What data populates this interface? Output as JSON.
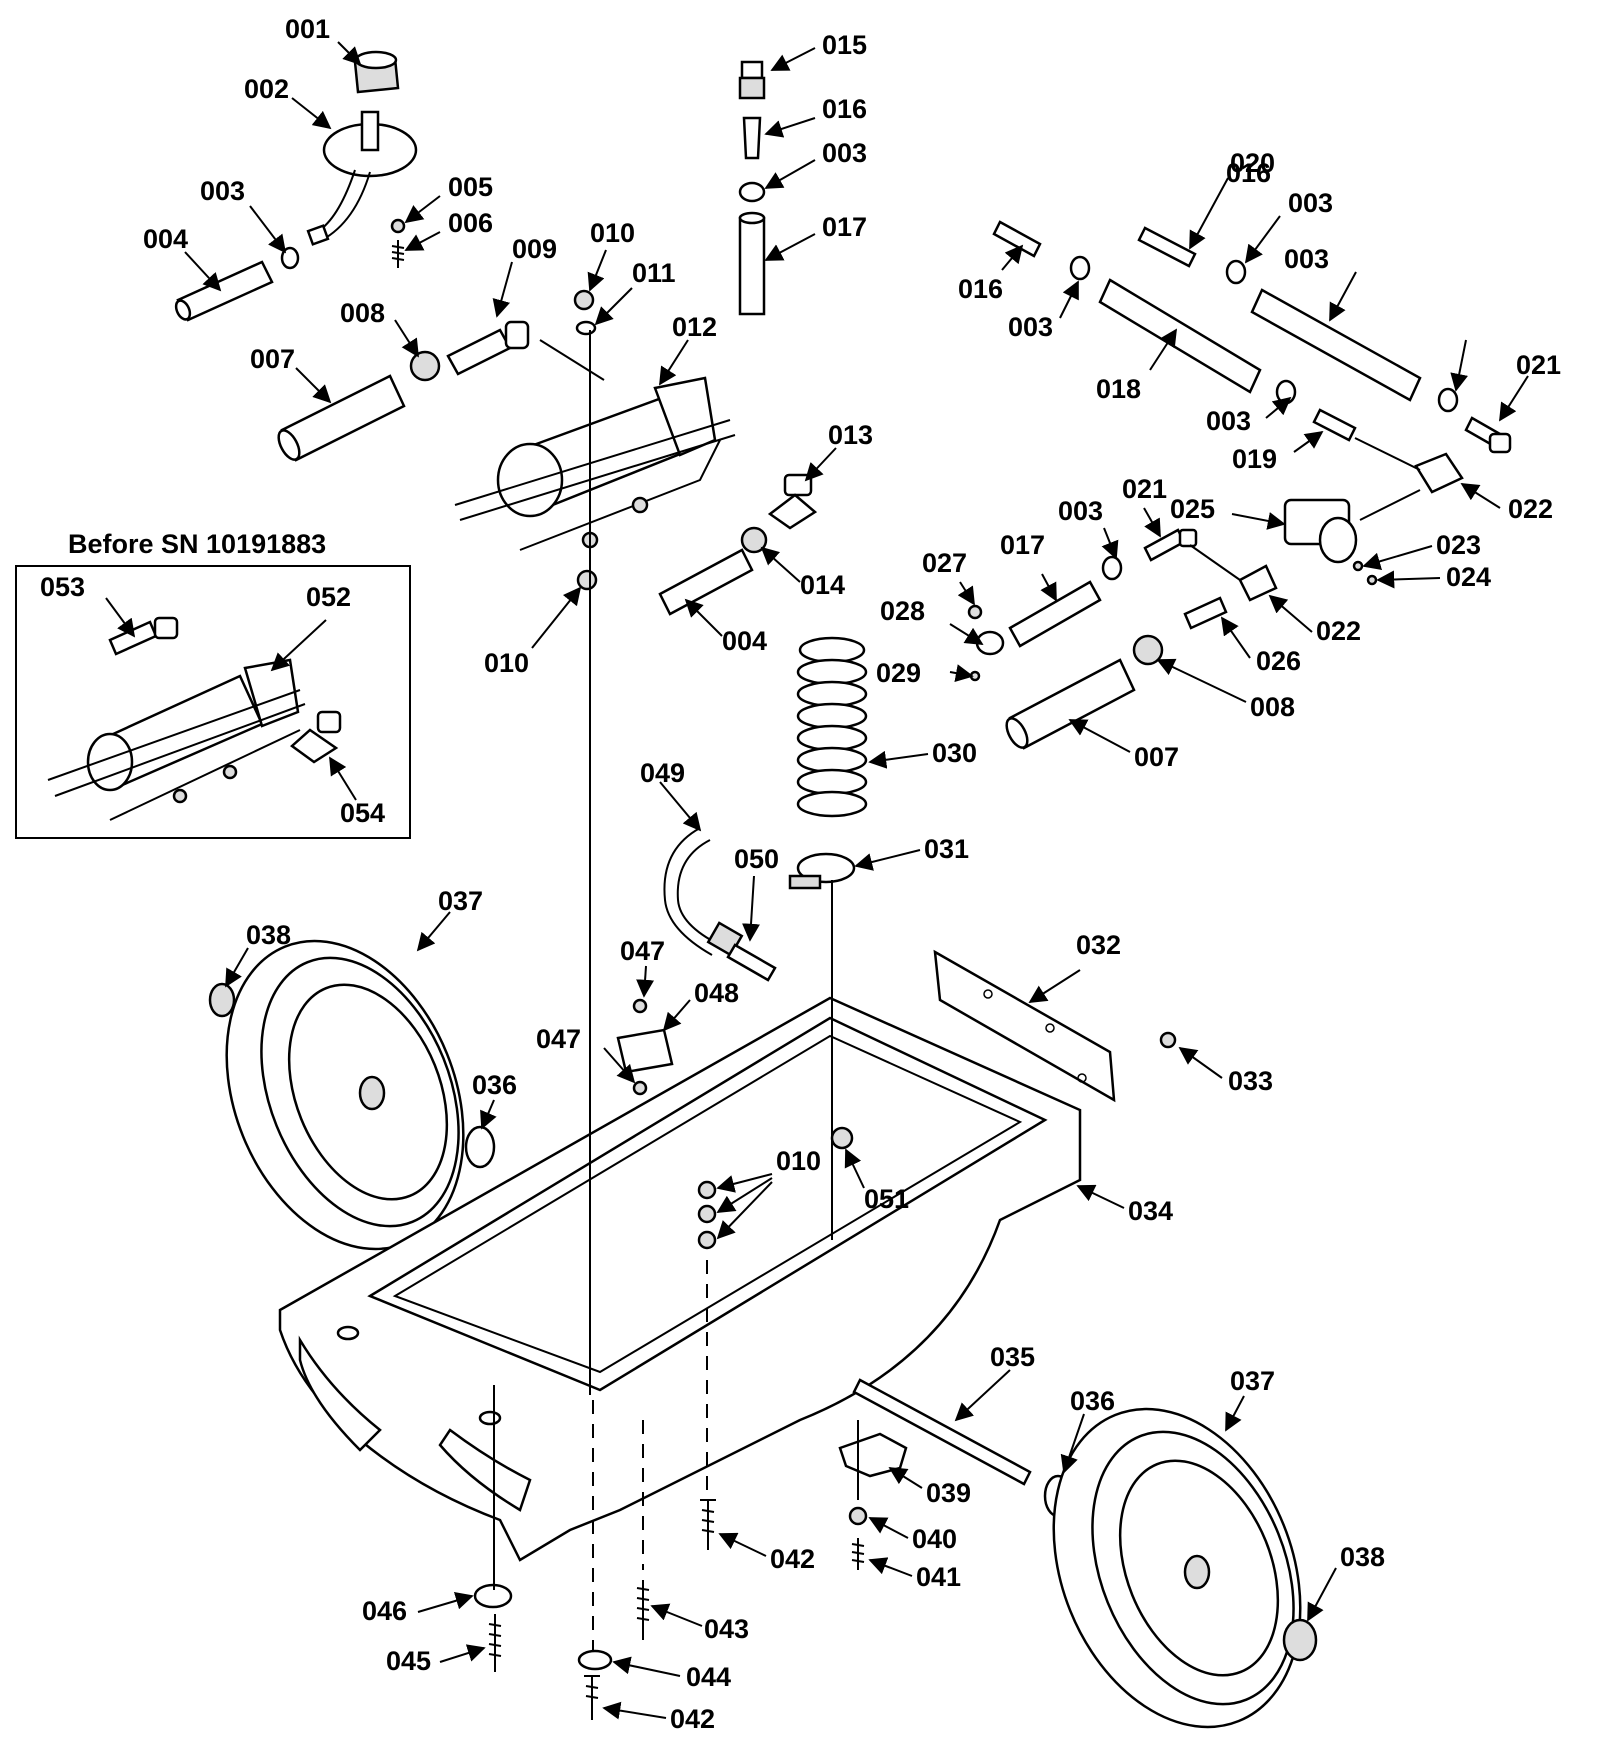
{
  "inset": {
    "title": "Before SN 10191883"
  },
  "labels": [
    {
      "id": "001",
      "text": "001"
    },
    {
      "id": "002",
      "text": "002"
    },
    {
      "id": "003a",
      "text": "003"
    },
    {
      "id": "004a",
      "text": "004"
    },
    {
      "id": "005",
      "text": "005"
    },
    {
      "id": "006",
      "text": "006"
    },
    {
      "id": "007a",
      "text": "007"
    },
    {
      "id": "008a",
      "text": "008"
    },
    {
      "id": "009",
      "text": "009"
    },
    {
      "id": "010a",
      "text": "010"
    },
    {
      "id": "011",
      "text": "011"
    },
    {
      "id": "012",
      "text": "012"
    },
    {
      "id": "013",
      "text": "013"
    },
    {
      "id": "014",
      "text": "014"
    },
    {
      "id": "010b",
      "text": "010"
    },
    {
      "id": "004b",
      "text": "004"
    },
    {
      "id": "015",
      "text": "015"
    },
    {
      "id": "016a",
      "text": "016"
    },
    {
      "id": "003b",
      "text": "003"
    },
    {
      "id": "017a",
      "text": "017"
    },
    {
      "id": "016b",
      "text": "016"
    },
    {
      "id": "003c",
      "text": "003"
    },
    {
      "id": "020",
      "text": "020"
    },
    {
      "id": "016c",
      "text": "016"
    },
    {
      "id": "003d",
      "text": "003"
    },
    {
      "id": "018",
      "text": "018"
    },
    {
      "id": "003e",
      "text": "003"
    },
    {
      "id": "021a",
      "text": "021"
    },
    {
      "id": "003f",
      "text": "003"
    },
    {
      "id": "019",
      "text": "019"
    },
    {
      "id": "022a",
      "text": "022"
    },
    {
      "id": "003g",
      "text": "003"
    },
    {
      "id": "021b",
      "text": "021"
    },
    {
      "id": "025",
      "text": "025"
    },
    {
      "id": "023",
      "text": "023"
    },
    {
      "id": "027",
      "text": "027"
    },
    {
      "id": "017b",
      "text": "017"
    },
    {
      "id": "024",
      "text": "024"
    },
    {
      "id": "028",
      "text": "028"
    },
    {
      "id": "022b",
      "text": "022"
    },
    {
      "id": "026",
      "text": "026"
    },
    {
      "id": "029",
      "text": "029"
    },
    {
      "id": "008b",
      "text": "008"
    },
    {
      "id": "007b",
      "text": "007"
    },
    {
      "id": "030",
      "text": "030"
    },
    {
      "id": "049",
      "text": "049"
    },
    {
      "id": "050",
      "text": "050"
    },
    {
      "id": "031",
      "text": "031"
    },
    {
      "id": "053",
      "text": "053"
    },
    {
      "id": "052",
      "text": "052"
    },
    {
      "id": "054",
      "text": "054"
    },
    {
      "id": "037a",
      "text": "037"
    },
    {
      "id": "038a",
      "text": "038"
    },
    {
      "id": "047a",
      "text": "047"
    },
    {
      "id": "048",
      "text": "048"
    },
    {
      "id": "047b",
      "text": "047"
    },
    {
      "id": "032",
      "text": "032"
    },
    {
      "id": "033",
      "text": "033"
    },
    {
      "id": "036a",
      "text": "036"
    },
    {
      "id": "010c",
      "text": "010"
    },
    {
      "id": "051",
      "text": "051"
    },
    {
      "id": "034",
      "text": "034"
    },
    {
      "id": "035",
      "text": "035"
    },
    {
      "id": "036b",
      "text": "036"
    },
    {
      "id": "037b",
      "text": "037"
    },
    {
      "id": "039",
      "text": "039"
    },
    {
      "id": "038b",
      "text": "038"
    },
    {
      "id": "040",
      "text": "040"
    },
    {
      "id": "042a",
      "text": "042"
    },
    {
      "id": "041",
      "text": "041"
    },
    {
      "id": "046",
      "text": "046"
    },
    {
      "id": "043",
      "text": "043"
    },
    {
      "id": "045",
      "text": "045"
    },
    {
      "id": "044",
      "text": "044"
    },
    {
      "id": "042b",
      "text": "042"
    }
  ]
}
